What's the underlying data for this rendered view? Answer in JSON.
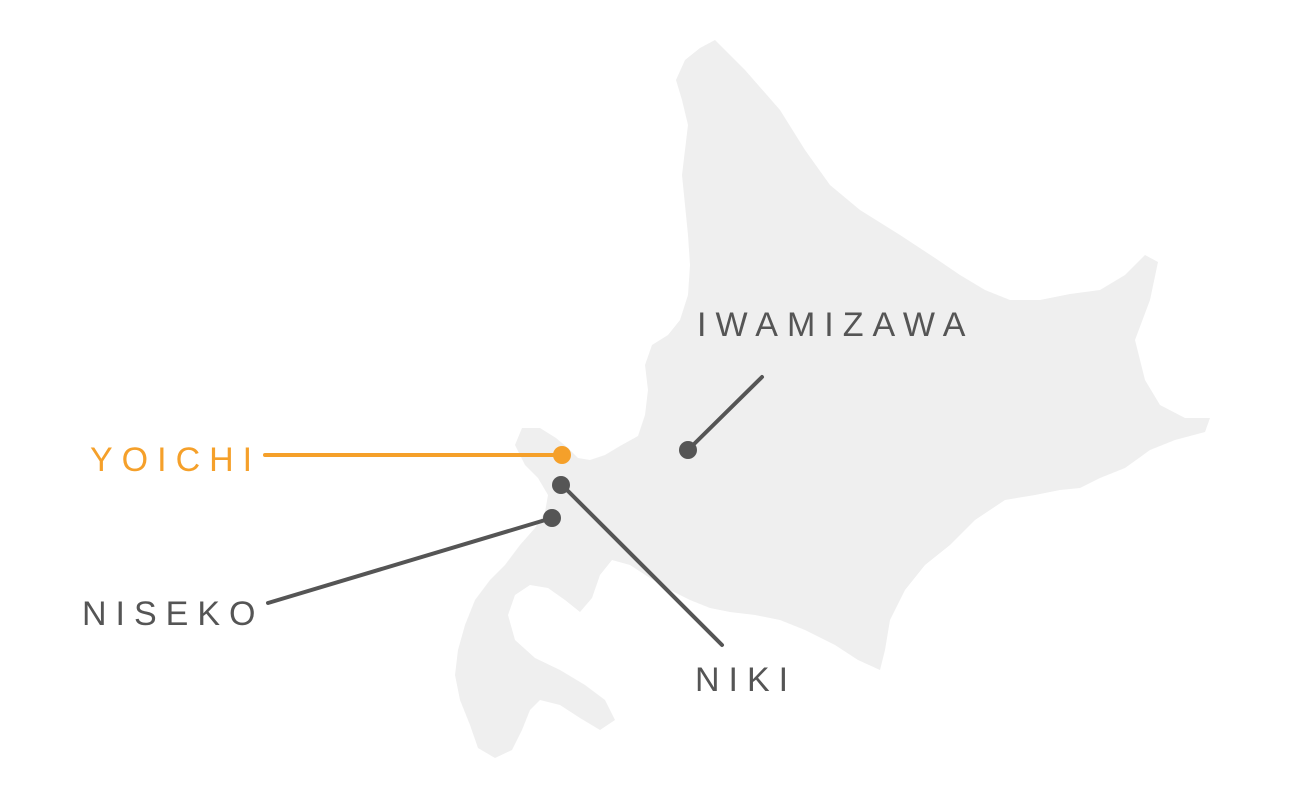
{
  "colors": {
    "land": "#efefef",
    "default_marker": "#555555",
    "highlight": "#f5a02a",
    "default_label": "#555555"
  },
  "locations": {
    "yoichi": {
      "label": "YOICHI",
      "highlighted": true
    },
    "niki": {
      "label": "NIKI",
      "highlighted": false
    },
    "niseko": {
      "label": "NISEKO",
      "highlighted": false
    },
    "iwamizawa": {
      "label": "IWAMIZAWA",
      "highlighted": false
    }
  }
}
